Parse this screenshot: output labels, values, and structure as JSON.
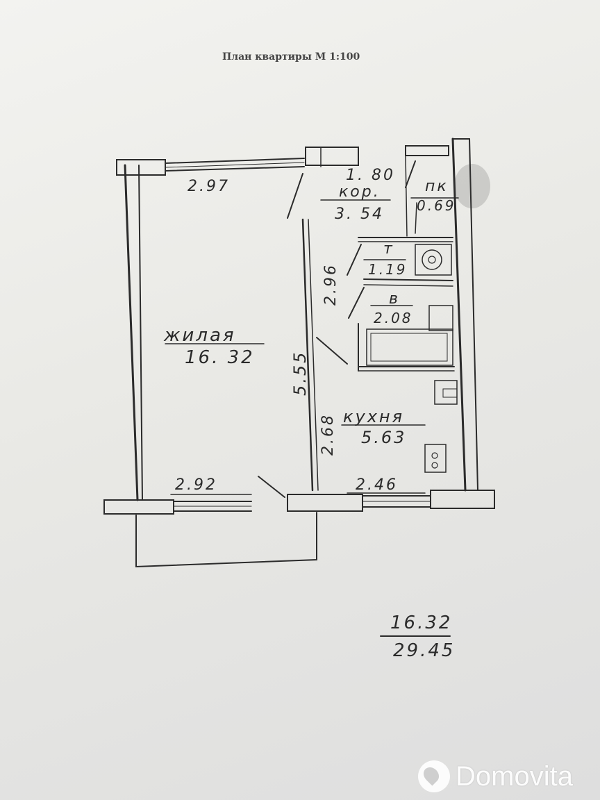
{
  "header": {
    "title": "План квартиры М 1:100"
  },
  "rooms": {
    "living": {
      "name": "жилая",
      "area": "16. 32"
    },
    "corridor": {
      "width": "1. 80",
      "name": "кор.",
      "area": "3. 54"
    },
    "storage": {
      "name": "пк",
      "area": "0.69"
    },
    "toilet": {
      "name": "т",
      "area": "1.19"
    },
    "bath": {
      "name": "в",
      "area": "2.08"
    },
    "kitchen": {
      "name": "кухня",
      "area": "5.63"
    }
  },
  "dimensions": {
    "living_top": "2.97",
    "living_bottom": "2.92",
    "kitchen_bottom": "2.46",
    "living_height": "5.55",
    "corridor_height": "2.96",
    "kitchen_height": "2.68"
  },
  "totals": {
    "living": "16.32",
    "total": "29.45"
  },
  "watermark": {
    "text": "Domovita"
  }
}
